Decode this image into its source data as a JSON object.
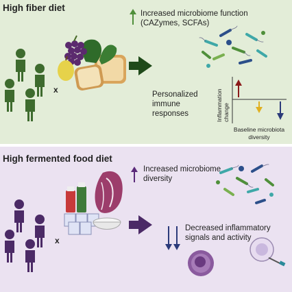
{
  "fiber": {
    "title": "High fiber diet",
    "times": "x",
    "increase_text": "Increased microbiome function\n(CAZymes, SCFAs)",
    "personalized_text": "Personalized\nimmune\nresponses",
    "chart": {
      "ylabel": "Inflammation\nchange",
      "xlabel": "Baseline microbiota\ndiversity"
    }
  },
  "fermented": {
    "title": "High fermented food diet",
    "times": "x",
    "increase_text": "Increased microbiome\ndiversity",
    "decrease_text": "Decreased inflammatory\nsignals and activity"
  },
  "colors": {
    "fiber_bg": "#e3edd8",
    "fermented_bg": "#ebe2f1",
    "fiber_accent": "#3e6b2e",
    "fermented_accent": "#4b2a66",
    "up_green": "#4f8f3a",
    "up_purple": "#5b2a7a",
    "down_navy": "#2b3a7a",
    "chart_red": "#8b1a1a",
    "chart_yellow": "#e0b020"
  }
}
